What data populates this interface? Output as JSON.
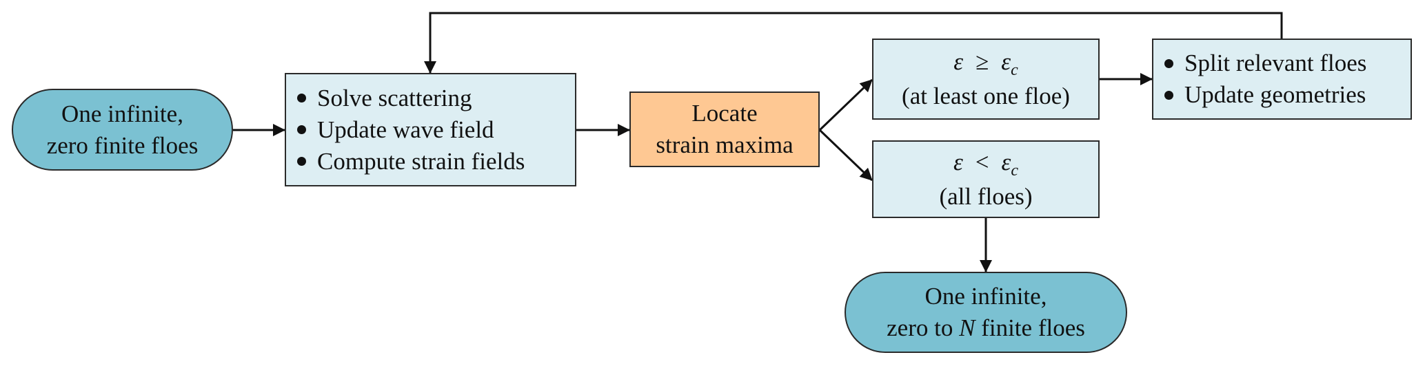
{
  "diagram": {
    "type": "flowchart",
    "colors": {
      "terminal_fill": "#7bc1d2",
      "process_fill": "#ddeef3",
      "highlight_fill": "#fec893",
      "stroke": "#111111"
    },
    "nodes": {
      "start": {
        "shape": "pill",
        "line1": "One infinite,",
        "line2": "zero finite floes"
      },
      "process": {
        "shape": "box",
        "bullets": [
          "Solve scattering",
          "Update wave field",
          "Compute strain fields"
        ]
      },
      "locate": {
        "shape": "box",
        "line1": "Locate",
        "line2": "strain maxima"
      },
      "cond_break": {
        "shape": "box",
        "lhs": "ε",
        "relation": "≥",
        "rhs": "ε",
        "rhs_subscript": "c",
        "caption": "(at least one floe)"
      },
      "cond_nobreak": {
        "shape": "box",
        "lhs": "ε",
        "relation": "<",
        "rhs": "ε",
        "rhs_subscript": "c",
        "caption": "(all floes)"
      },
      "split": {
        "shape": "box",
        "bullets": [
          "Split relevant floes",
          "Update geometries"
        ]
      },
      "end": {
        "shape": "pill",
        "line1": "One infinite,",
        "line2_pre": "zero to ",
        "line2_var": "N",
        "line2_post": " finite floes"
      }
    },
    "edges": [
      {
        "from": "start",
        "to": "process"
      },
      {
        "from": "process",
        "to": "locate"
      },
      {
        "from": "locate",
        "to": "cond_break"
      },
      {
        "from": "locate",
        "to": "cond_nobreak"
      },
      {
        "from": "cond_break",
        "to": "split"
      },
      {
        "from": "split",
        "to": "process",
        "kind": "feedback-loop"
      },
      {
        "from": "cond_nobreak",
        "to": "end"
      }
    ]
  }
}
